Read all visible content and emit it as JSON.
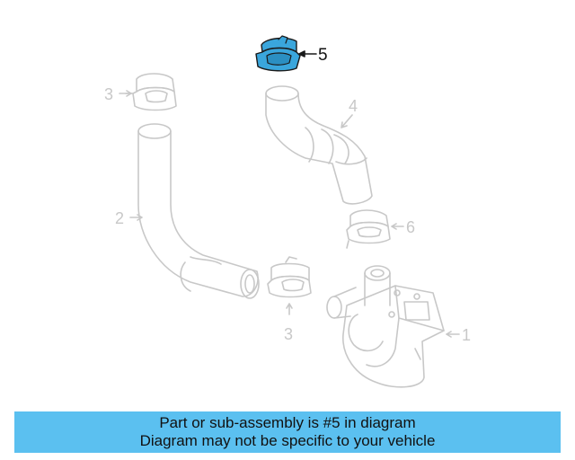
{
  "diagram": {
    "parts": [
      {
        "callout": "1",
        "name": "pump",
        "highlighted": false
      },
      {
        "callout": "2",
        "name": "hose-left",
        "highlighted": false
      },
      {
        "callout": "3",
        "name": "clamp",
        "highlighted": false
      },
      {
        "callout": "4",
        "name": "hose-right",
        "highlighted": false
      },
      {
        "callout": "5",
        "name": "clamp-highlighted",
        "highlighted": true
      },
      {
        "callout": "6",
        "name": "clamp",
        "highlighted": false
      }
    ],
    "labels": {
      "c1": "1",
      "c2": "2",
      "c3_top": "3",
      "c3_bottom": "3",
      "c4": "4",
      "c5": "5",
      "c6": "6"
    },
    "colors": {
      "line": "#c8c8c8",
      "highlight": "#3aa6dc",
      "highlight_stroke": "#1a1a1a",
      "banner": "#5bc0f0"
    }
  },
  "banner": {
    "line1": "Part or sub-assembly is #5 in diagram",
    "line2": "Diagram may not be specific to your vehicle"
  }
}
